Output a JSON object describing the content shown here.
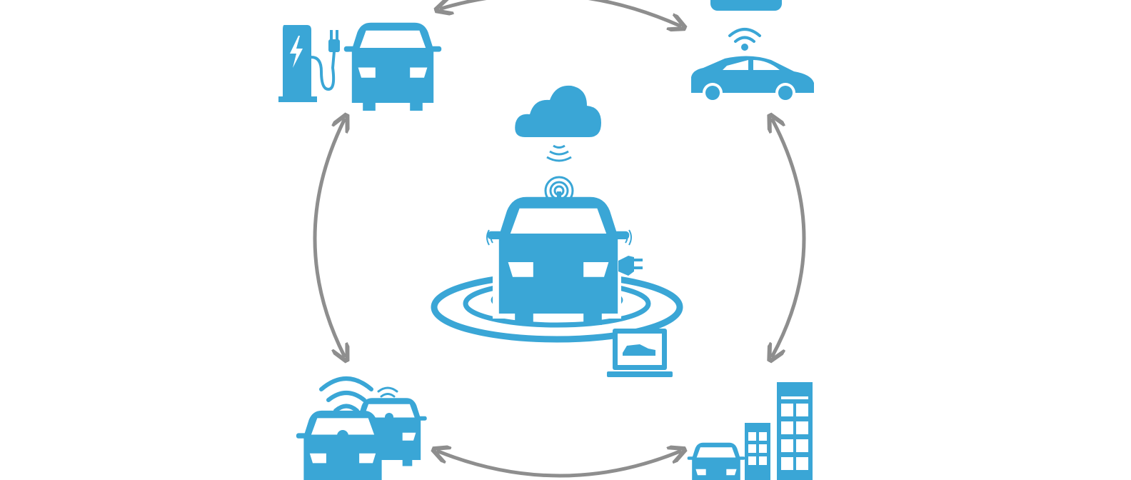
{
  "colors": {
    "icon": "#3aa6d6",
    "arrow": "#8e8e8e",
    "background": "#ffffff"
  },
  "nodes": [
    {
      "id": "center",
      "icons": [
        "cloud-icon",
        "signal-waves-icon",
        "antenna-icon",
        "car-front-icon",
        "plug-icon",
        "radar-rings-icon",
        "laptop-icon"
      ]
    },
    {
      "id": "top-left",
      "icons": [
        "charging-station-icon",
        "plug-icon",
        "car-front-icon"
      ]
    },
    {
      "id": "top-right",
      "icons": [
        "cloud-icon",
        "wifi-icon",
        "car-side-icon"
      ]
    },
    {
      "id": "bottom-left",
      "icons": [
        "wifi-icon",
        "car-with-driver-icon"
      ]
    },
    {
      "id": "bottom-right",
      "icons": [
        "car-front-icon",
        "buildings-icon"
      ]
    }
  ],
  "connections": [
    "top",
    "left",
    "right",
    "bottom"
  ]
}
